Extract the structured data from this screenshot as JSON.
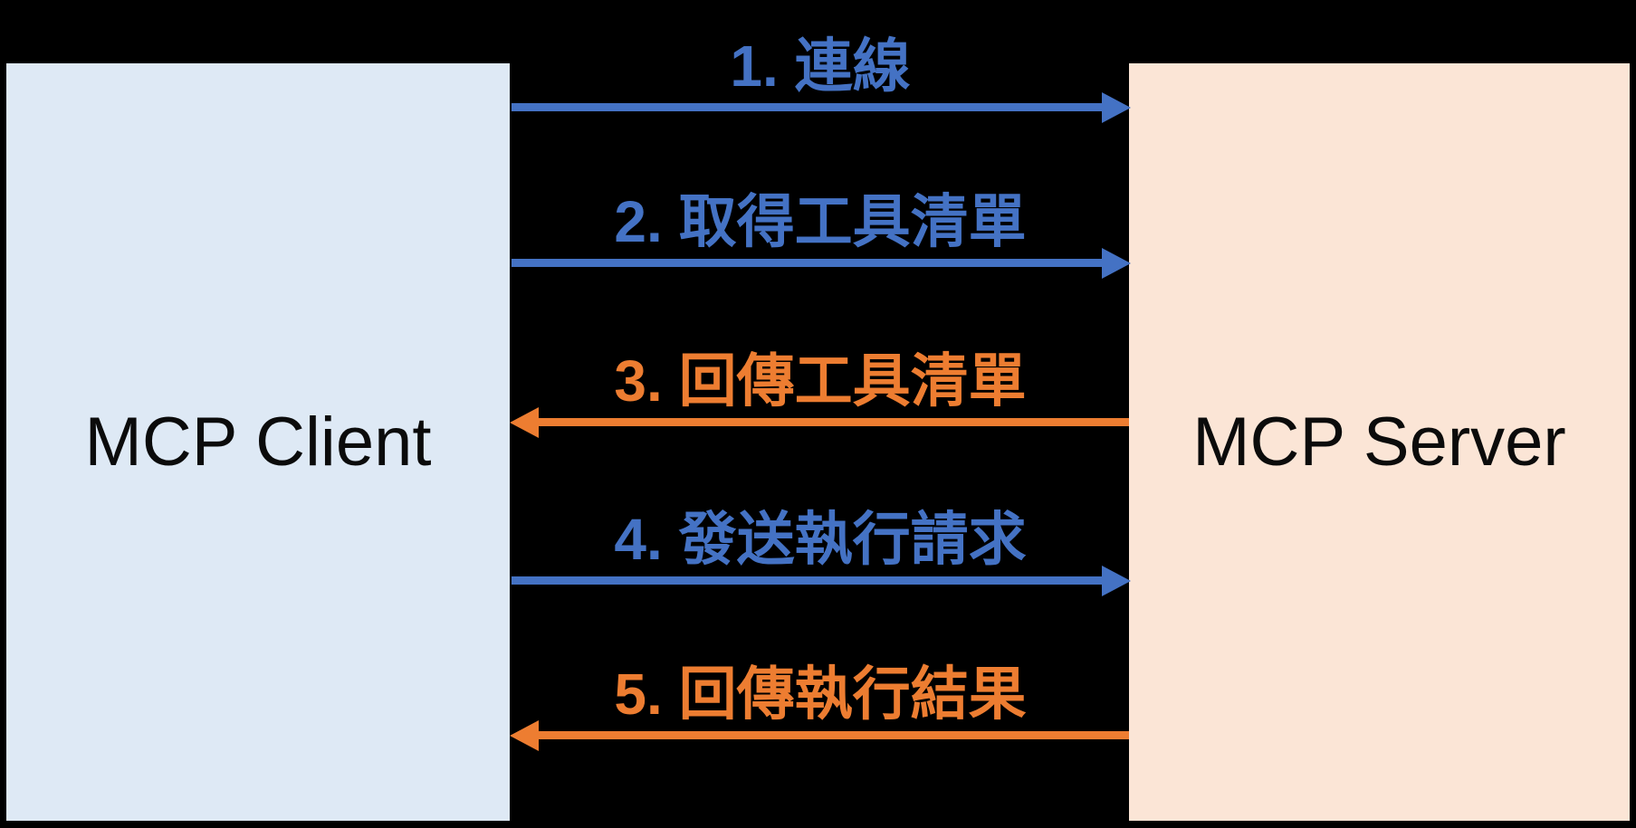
{
  "diagram": {
    "title": "MCP client-server interaction flow",
    "background_color": "#000000",
    "participants": {
      "client": {
        "label": "MCP Client",
        "fill_color": "#dee9f5",
        "text_color": "#0b0b0b"
      },
      "server": {
        "label": "MCP Server",
        "fill_color": "#fbe5d6",
        "text_color": "#0b0b0b"
      }
    },
    "colors": {
      "request_arrow": "#4472c4",
      "response_arrow": "#ed7d31"
    },
    "messages": [
      {
        "step": "1",
        "label": "1. 連線",
        "direction": "right",
        "from": "MCP Client",
        "to": "MCP Server",
        "color": "#4472c4"
      },
      {
        "step": "2",
        "label": "2. 取得工具清單",
        "direction": "right",
        "from": "MCP Client",
        "to": "MCP Server",
        "color": "#4472c4"
      },
      {
        "step": "3",
        "label": "3. 回傳工具清單",
        "direction": "left",
        "from": "MCP Server",
        "to": "MCP Client",
        "color": "#ed7d31"
      },
      {
        "step": "4",
        "label": "4. 發送執行請求",
        "direction": "right",
        "from": "MCP Client",
        "to": "MCP Server",
        "color": "#4472c4"
      },
      {
        "step": "5",
        "label": "5. 回傳執行結果",
        "direction": "left",
        "from": "MCP Server",
        "to": "MCP Client",
        "color": "#ed7d31"
      }
    ]
  }
}
